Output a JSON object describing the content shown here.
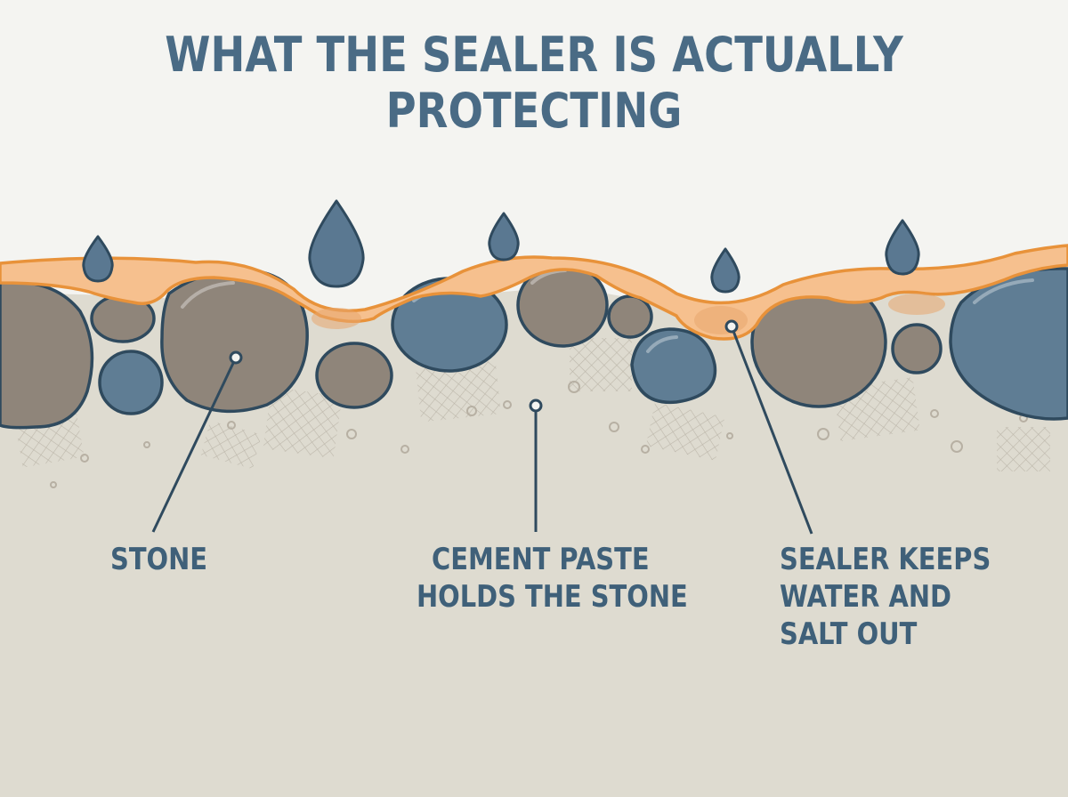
{
  "title": "WHAT THE SEALER IS ACTUALLY PROTECTING",
  "labels": {
    "stone": [
      "STONE"
    ],
    "cement": [
      "CEMENT PASTE",
      "HOLDS THE STONE"
    ],
    "sealer": [
      "SEALER KEEPS",
      "WATER AND",
      "SALT OUT"
    ]
  },
  "colors": {
    "title": "#4a6b85",
    "label": "#3f6079",
    "concrete": "#dedbd0",
    "sealer": "#f6c08e",
    "sealer_edge": "#e8923a",
    "stone_gray": "#8f857a",
    "stone_blue": "#5f7d94",
    "outline": "#2f4a5e"
  },
  "icons": [
    "water-drop-icon"
  ]
}
